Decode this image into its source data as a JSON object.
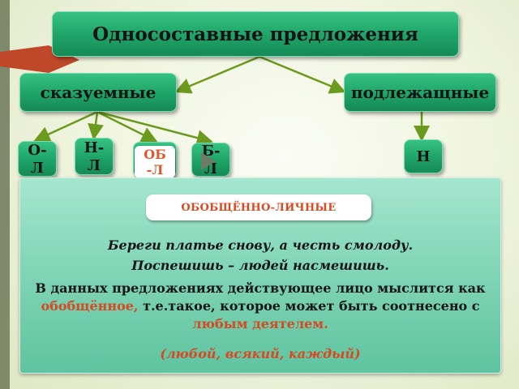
{
  "diagram": {
    "title": "Односоставные предложения",
    "branches": {
      "skazuemnye": "сказуемные",
      "podlezhashchnye": "подлежащные"
    },
    "sub_boxes": {
      "ol": "О-Л",
      "nl": "Н-Л",
      "obl": "ОБ-Л",
      "bl": "Б-Л",
      "n": "Н"
    }
  },
  "panel": {
    "heading": "ОБОБЩЁННО-ЛИЧНЫЕ",
    "example1": "Береги платье снову, а честь смолоду.",
    "example2": "Поспешишь – людей насмешишь.",
    "explanation_start": "В данных предложениях действующее лицо мыслится как",
    "highlight1": "обобщённое,",
    "explanation_mid": " т.е.такое, которое может быть соотнесено с",
    "highlight2": "любым деятелем.",
    "hint": "(любой, всякий, каждый)"
  },
  "colors": {
    "box_green": "#1ea367",
    "panel_teal": "#7fd4b6",
    "accent_orange": "#d64a22",
    "arrow_green": "#6b9a1e"
  },
  "icons": {
    "play": "play-triangle-icon",
    "arrow": "red-arrow-decoration"
  }
}
